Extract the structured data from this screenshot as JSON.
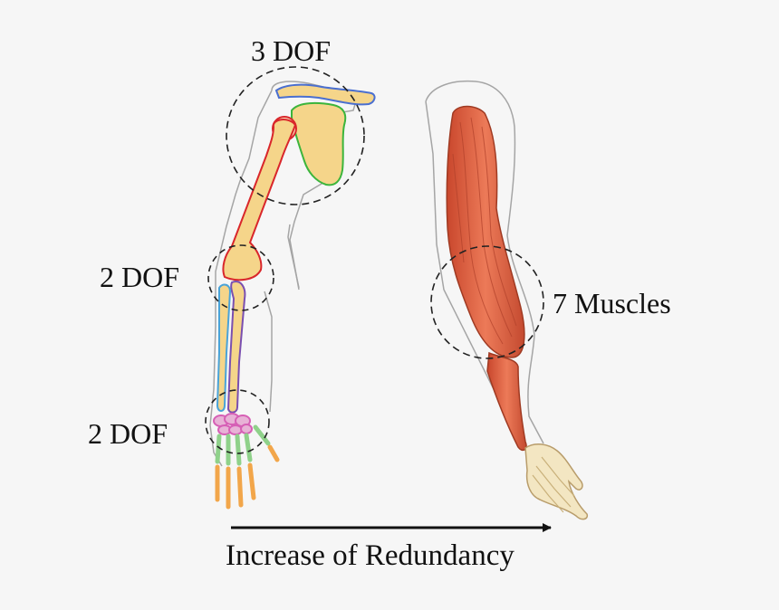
{
  "labels": {
    "shoulder": "3 DOF",
    "elbow": "2 DOF",
    "wrist": "2 DOF",
    "muscles": "7 Muscles",
    "caption": "Increase of Redundancy"
  },
  "colors": {
    "background": "#f6f6f6",
    "bone": "#f5d58a",
    "humerus_outline": "#d9262b",
    "ulna_outline": "#7a4fb0",
    "radius_outline": "#4aa3d8",
    "scapula_outline": "#3cb53c",
    "clavicle_outline": "#4a6fd0",
    "carpals": "#d65fb5",
    "metacarpals": "#8fd18a",
    "phalanges": "#f2a64a",
    "muscle": "#e0603c",
    "body_outline": "#9a9a9a"
  }
}
